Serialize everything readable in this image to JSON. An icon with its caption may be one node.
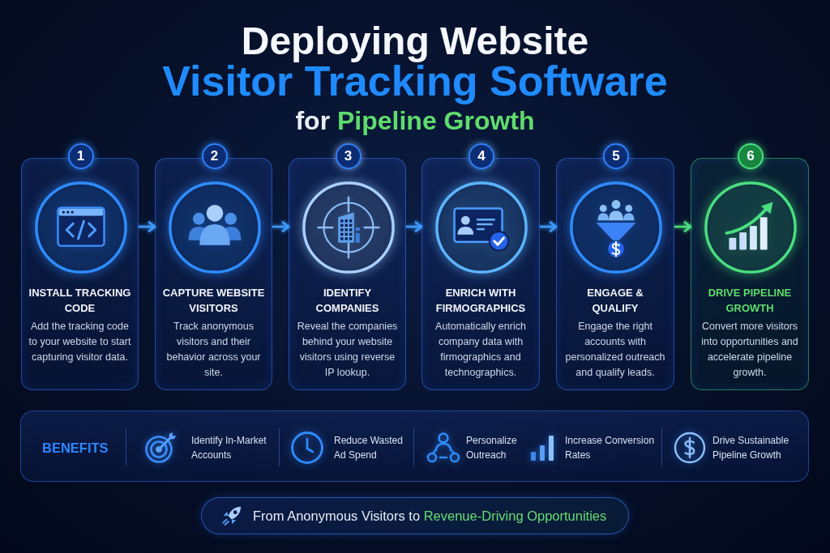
{
  "diagram": {
    "title": "Deploying Website Visitor Tracking Software for Pipeline Growth",
    "nodes": [
      {
        "text": [
          "1",
          "INSTALL TRACKING CODE",
          "Add the tracking code to your website to start capturing visitor data."
        ]
      },
      {
        "text": [
          "2",
          "CAPTURE WEBSITE VISITORS",
          "Track anonymous visitors and their behavior across your site."
        ]
      },
      {
        "text": [
          "3",
          "IDENTIFY COMPANIES",
          "Reveal the companies behind your website visitors using reverse IP lookup."
        ]
      },
      {
        "text": [
          "4",
          "ENRICH WITH FIRMOGRAPHICS",
          "Automatically enrich company data with firmographics and technographics."
        ]
      },
      {
        "text": [
          "5",
          "ENGAGE & QUALIFY",
          "Engage the right accounts with personalized outreach and qualify leads."
        ]
      },
      {
        "text": [
          "6",
          "DRIVE PIPELINE GROWTH",
          "Convert more visitors into opportunities and accelerate pipeline growth."
        ]
      },
      {
        "text": [
          "BENEFITS",
          "Identify In-Market Accounts",
          "Reduce Wasted Ad Spend",
          "Personalize Outreach",
          "Increase Conversion Rates",
          "Drive Sustainable Pipeline Growth"
        ]
      },
      {
        "text": [
          "From Anonymous Visitors to Revenue-Driving Opportunities"
        ]
      }
    ],
    "edges": [
      {
        "from": 0,
        "to": 1,
        "arrow": "to"
      },
      {
        "from": 1,
        "to": 2,
        "arrow": "to"
      },
      {
        "from": 2,
        "to": 3,
        "arrow": "to"
      },
      {
        "from": 3,
        "to": 4,
        "arrow": "to"
      },
      {
        "from": 4,
        "to": 5,
        "arrow": "to",
        "color": "#4ade80"
      }
    ]
  }
}
